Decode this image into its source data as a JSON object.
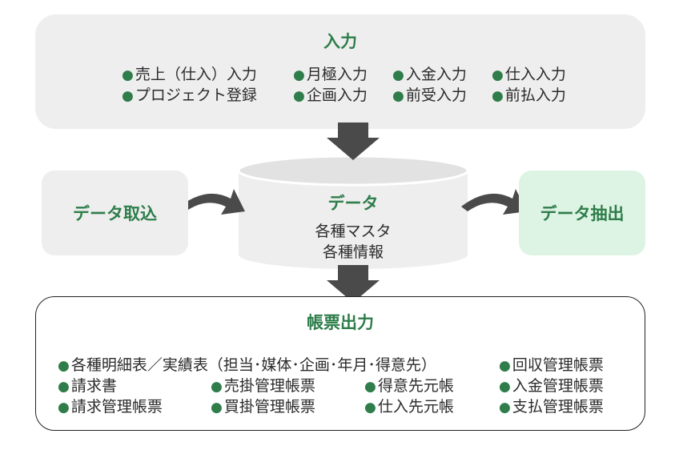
{
  "input": {
    "title": "入力",
    "items": [
      "売上（仕入）入力",
      "月極入力",
      "入金入力",
      "仕入入力",
      "プロジェクト登録",
      "企画入力",
      "前受入力",
      "前払入力"
    ]
  },
  "import": {
    "label": "データ取込"
  },
  "data": {
    "title": "データ",
    "line1": "各種マスタ",
    "line2": "各種情報"
  },
  "extract": {
    "label": "データ抽出"
  },
  "output": {
    "title": "帳票出力",
    "items": [
      "各種明細表／実績表（担当･媒体･企画･年月･得意先）",
      "回収管理帳票",
      "請求書",
      "売掛管理帳票",
      "得意先元帳",
      "入金管理帳票",
      "請求管理帳票",
      "買掛管理帳票",
      "仕入先元帳",
      "支払管理帳票"
    ]
  },
  "colors": {
    "accent": "#2e7d4a",
    "box_gray": "#eeeeee",
    "extract_fill": "#ddf3e4",
    "arrow": "#4a4a4a"
  }
}
